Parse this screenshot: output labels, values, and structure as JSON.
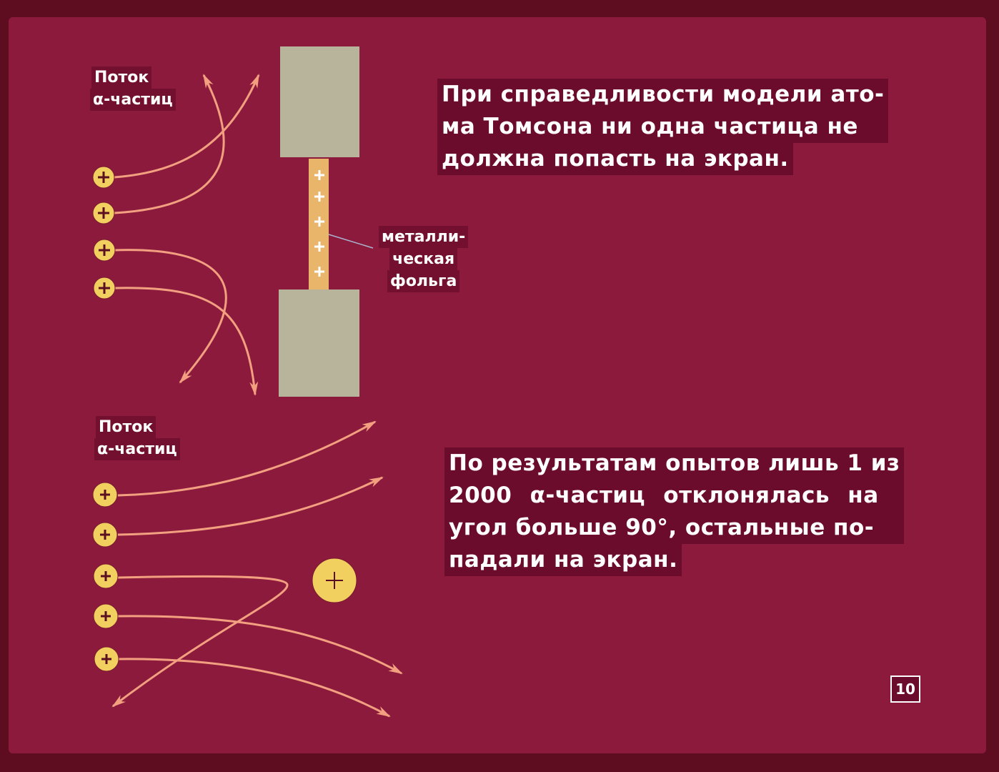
{
  "top_diagram": {
    "label_line1": "Поток",
    "label_line2": "α-частиц",
    "foil_label_line1": "металли-",
    "foil_label_line2": "ческая",
    "foil_label_line3": "фольга"
  },
  "top_text": {
    "lines": [
      "При справедливости модели ато-",
      "ма Томсона ни одна частица не",
      "должна попасть на экран."
    ]
  },
  "bottom_diagram": {
    "label_line1": "Поток",
    "label_line2": "α-частиц"
  },
  "bottom_text": {
    "lines": [
      "По результатам опытов лишь 1 из",
      "2000 α-частиц отклонялась на",
      "угол больше 90°, остальные по-",
      "падали на экран."
    ]
  },
  "page_number": "10",
  "colors": {
    "background": "#8c1a3c",
    "particle": "#f2d060",
    "trajectory": "#f2a080",
    "screen": "#b8b49c",
    "foil": "#e8b56a"
  }
}
